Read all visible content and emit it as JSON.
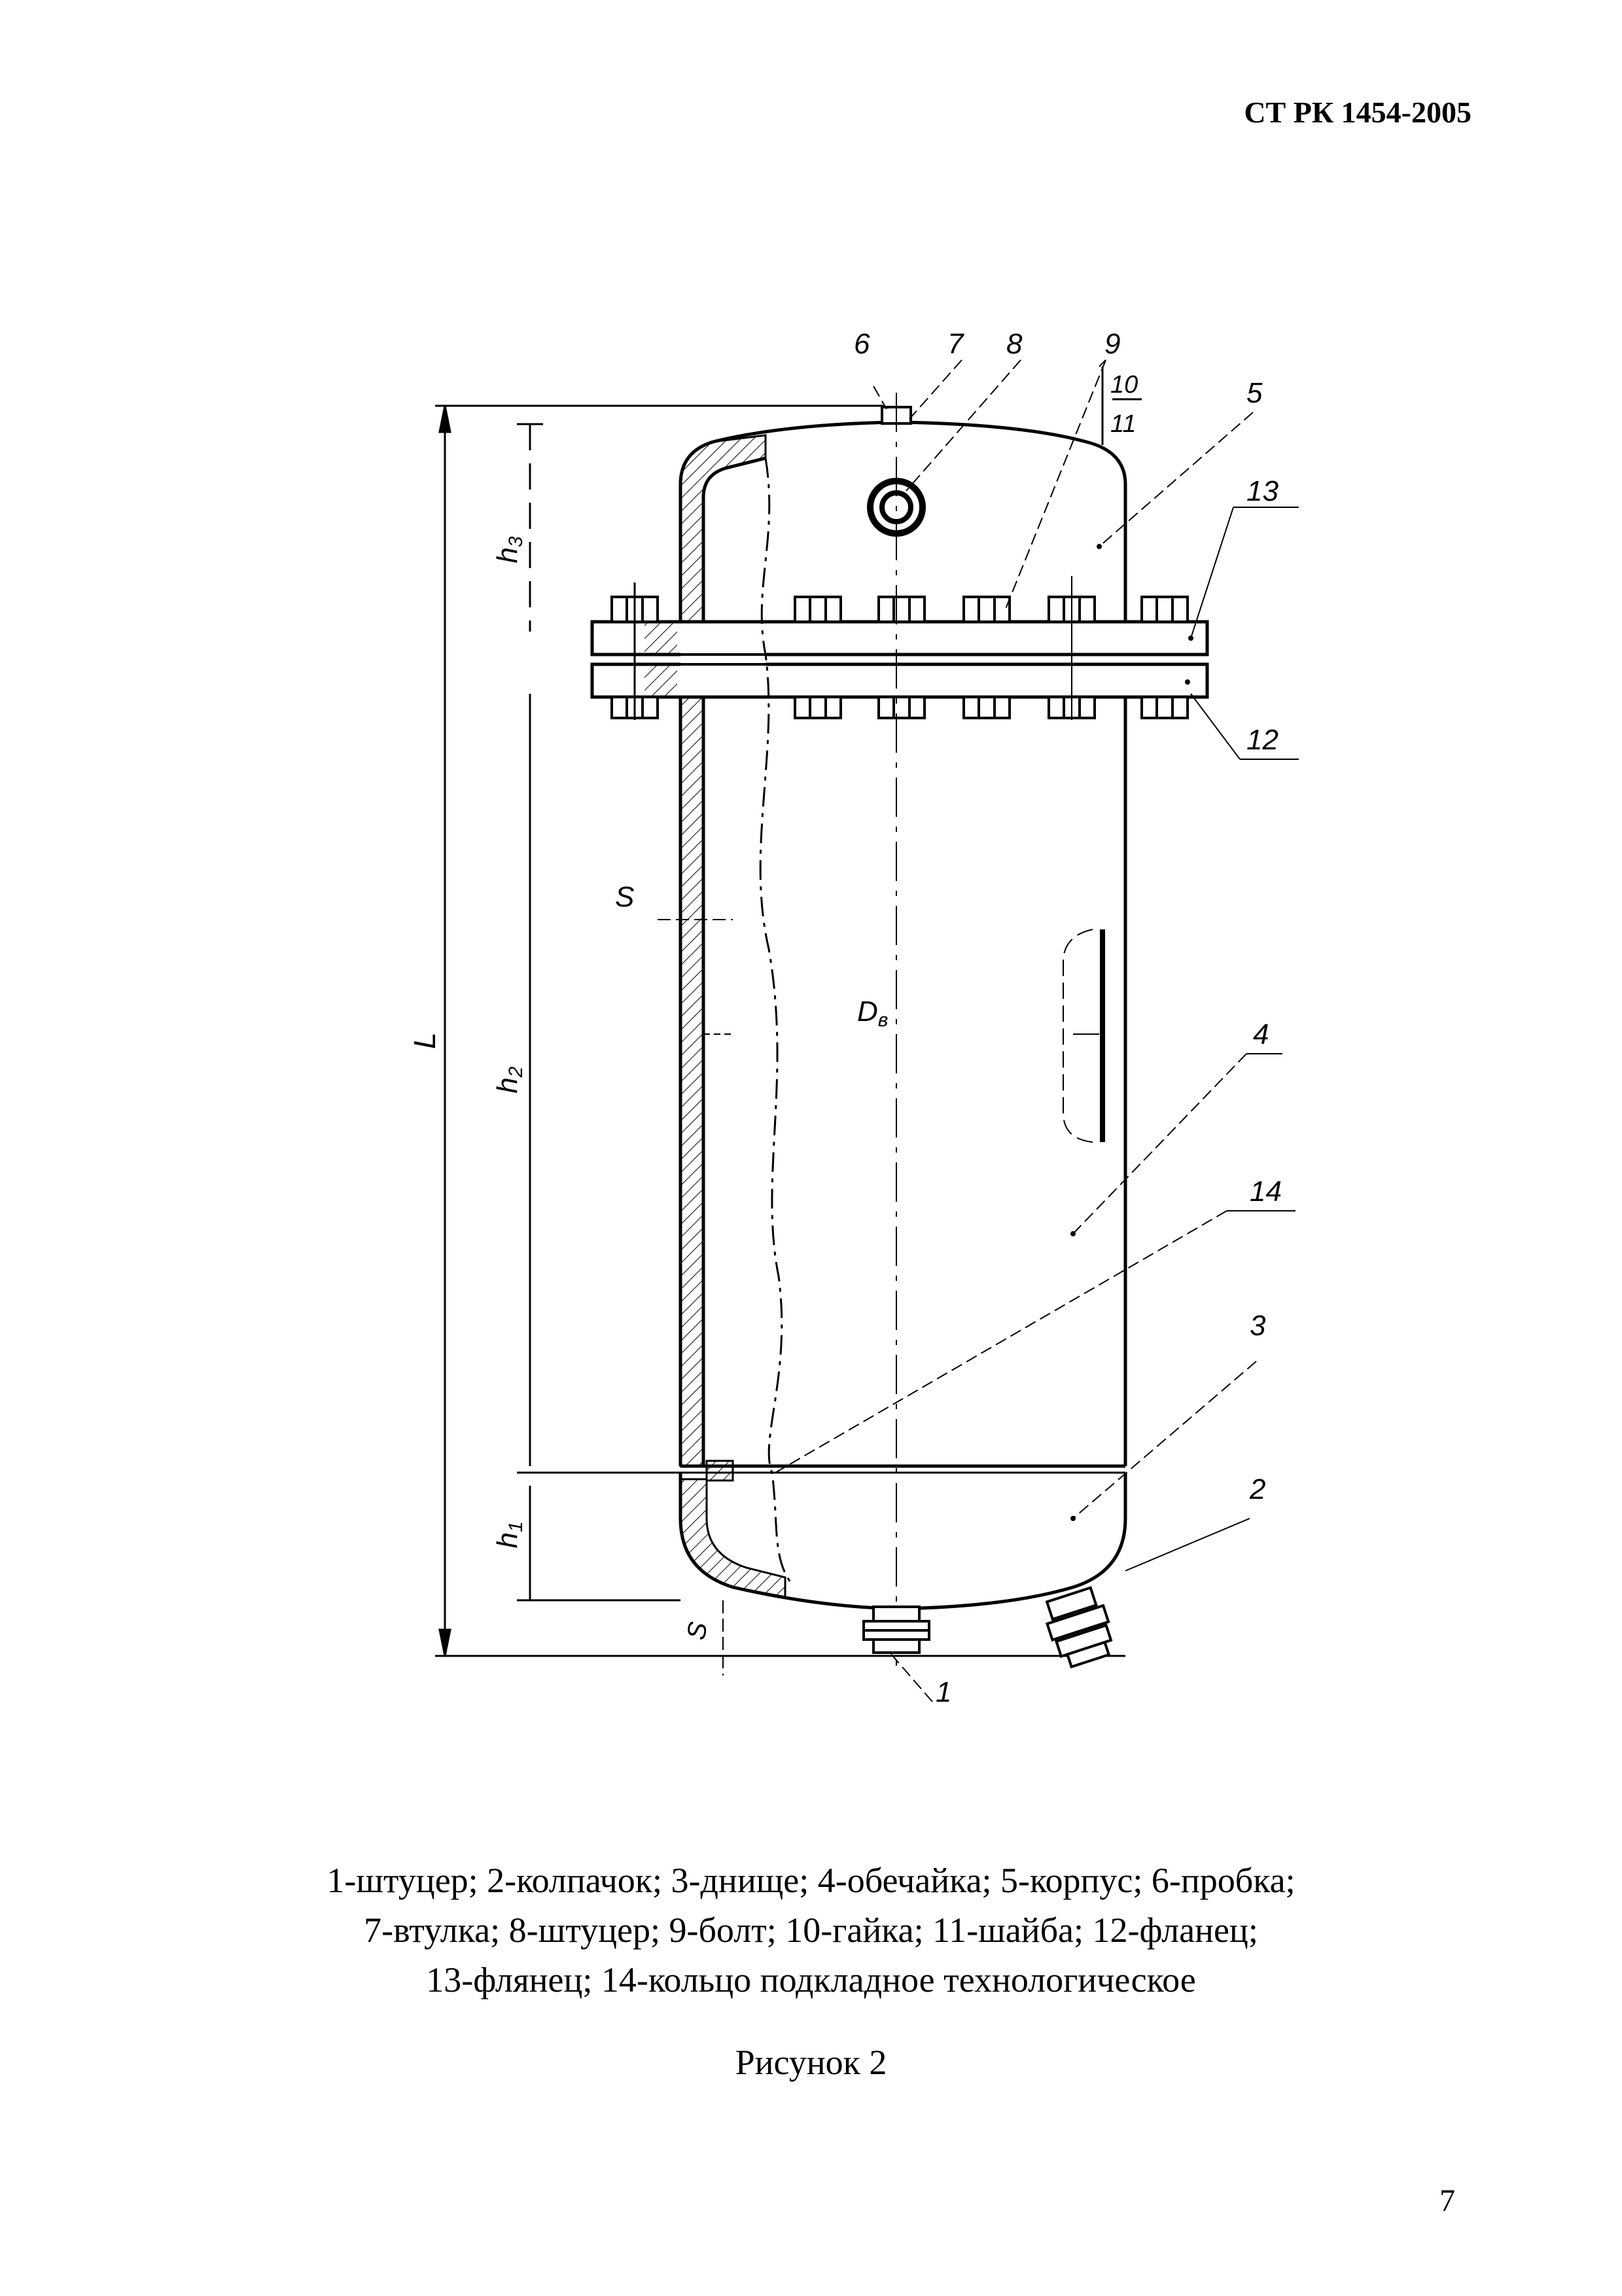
{
  "header": {
    "standard": "СТ РК 1454-2005"
  },
  "drawing": {
    "callouts": [
      "1",
      "2",
      "3",
      "4",
      "5",
      "6",
      "7",
      "8",
      "9",
      "10",
      "11",
      "12",
      "13",
      "14"
    ],
    "dimensions": {
      "total_length": "L",
      "h1": "h",
      "h2": "h",
      "h3": "h",
      "h1_sub": "1",
      "h2_sub": "2",
      "h3_sub": "3",
      "wall": "S",
      "bottom_wall": "S",
      "diameter": "D",
      "diameter_sub": "в"
    }
  },
  "caption": {
    "line1": "1-штуцер; 2-колпачок; 3-днище; 4-обечайка; 5-корпус; 6-пробка;",
    "line2": "7-втулка; 8-штуцер; 9-болт; 10-гайка; 11-шайба; 12-фланец;",
    "line3": "13-флянец; 14-кольцо подкладное технологическое"
  },
  "figure_label": "Рисунок 2",
  "page_number": "7"
}
